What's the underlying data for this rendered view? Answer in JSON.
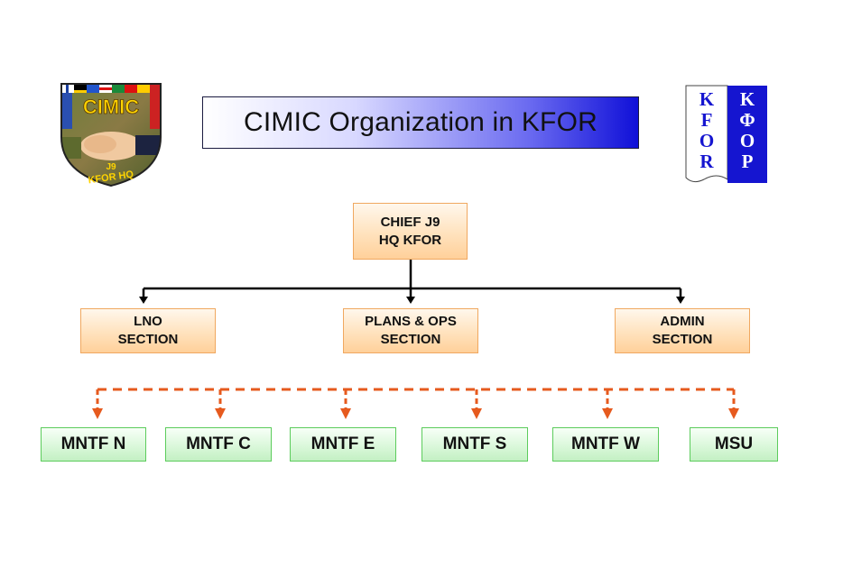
{
  "title": "CIMIC Organization in KFOR",
  "logos": {
    "cimic": {
      "top_text": "CIMIC",
      "bottom_text_1": "J9",
      "bottom_text_2": "KFOR HQ"
    },
    "kfor": {
      "left": [
        "K",
        "F",
        "O",
        "R"
      ],
      "right": [
        "K",
        "Φ",
        "O",
        "P"
      ]
    }
  },
  "chief": {
    "line1": "CHIEF J9",
    "line2": "HQ KFOR"
  },
  "sections": [
    {
      "line1": "LNO",
      "line2": "SECTION"
    },
    {
      "line1": "PLANS & OPS",
      "line2": "SECTION"
    },
    {
      "line1": "ADMIN",
      "line2": "SECTION"
    }
  ],
  "units": [
    "MNTF N",
    "MNTF C",
    "MNTF E",
    "MNTF S",
    "MNTF W",
    "MSU"
  ],
  "colors": {
    "solid_connector": "#000000",
    "dashed_connector": "#e65a1e",
    "title_gradient_end": "#1010d8",
    "kfor_blue": "#1515d0"
  }
}
